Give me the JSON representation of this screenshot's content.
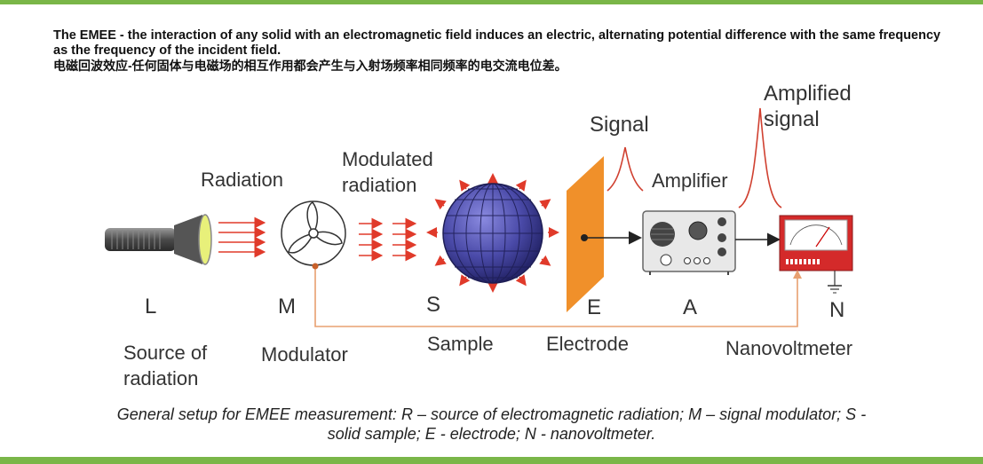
{
  "header": {
    "line_en": "The EMEE - the interaction of any solid with an electromagnetic field induces an electric, alternating potential difference with the same frequency as the frequency of the incident field.",
    "line_cn": "电磁回波效应-任何固体与电磁场的相互作用都会产生与入射场频率相同频率的电交流电位差。"
  },
  "labels": {
    "radiation": "Radiation",
    "modulated_1": "Modulated",
    "modulated_2": "radiation",
    "signal": "Signal",
    "amplified_1": "Amplified",
    "amplified_2": "signal",
    "amplifier": "Amplifier"
  },
  "letters": {
    "L": "L",
    "M": "M",
    "S": "S",
    "E": "E",
    "A": "A",
    "N": "N"
  },
  "components": {
    "source_1": "Source of",
    "source_2": "radiation",
    "modulator": "Modulator",
    "sample": "Sample",
    "electrode": "Electrode",
    "nanovoltmeter": "Nanovoltmeter"
  },
  "caption": {
    "line1": "General setup for EMEE measurement: R – source of electromagnetic radiation; M – signal modulator; S -",
    "line2": "solid sample; E - electrode; N - nanovoltmeter."
  },
  "colors": {
    "accent_green": "#7ab648",
    "arrow_red": "#e03a2a",
    "wire_orange": "#e8a070",
    "electrode_orange": "#f0902a",
    "sample_purple": "#4a4aa8",
    "meter_red": "#d42a2a"
  }
}
